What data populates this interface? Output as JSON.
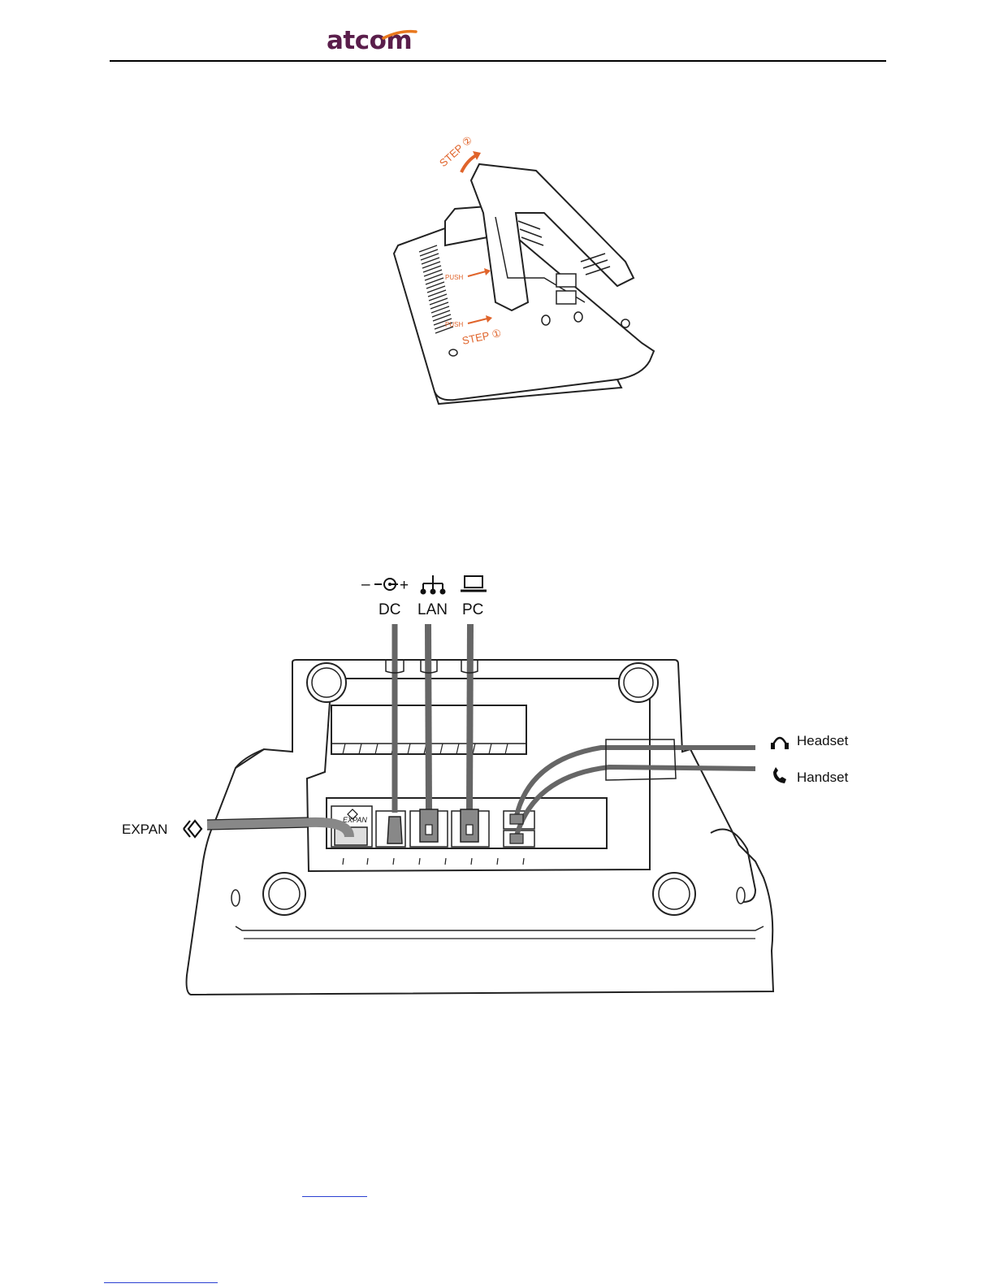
{
  "header": {
    "logo_text": "atcom"
  },
  "figure_stand": {
    "step2_label": "STEP ②",
    "step1_label": "STEP ①",
    "push_label_1": "PUSH",
    "push_label_2": "PUSH",
    "accent_color": "#e0642b"
  },
  "figure_ports": {
    "dc_label": "DC",
    "lan_label": "LAN",
    "pc_label": "PC",
    "dc_polarity_minus": "–",
    "dc_polarity_plus": "+",
    "expan_label": "EXPAN",
    "expan_port_label": "EXPAN",
    "headset_label": "Headset",
    "handset_label": "Handset",
    "icons": {
      "dc": "dc-power-icon",
      "lan": "network-icon",
      "pc": "laptop-icon",
      "headset": "headset-icon",
      "handset": "handset-icon",
      "expan": "expansion-icon"
    }
  },
  "colors": {
    "logo": "#5a1e4b",
    "logo_swoosh": "#e8781e",
    "link": "#2a3fd1"
  }
}
